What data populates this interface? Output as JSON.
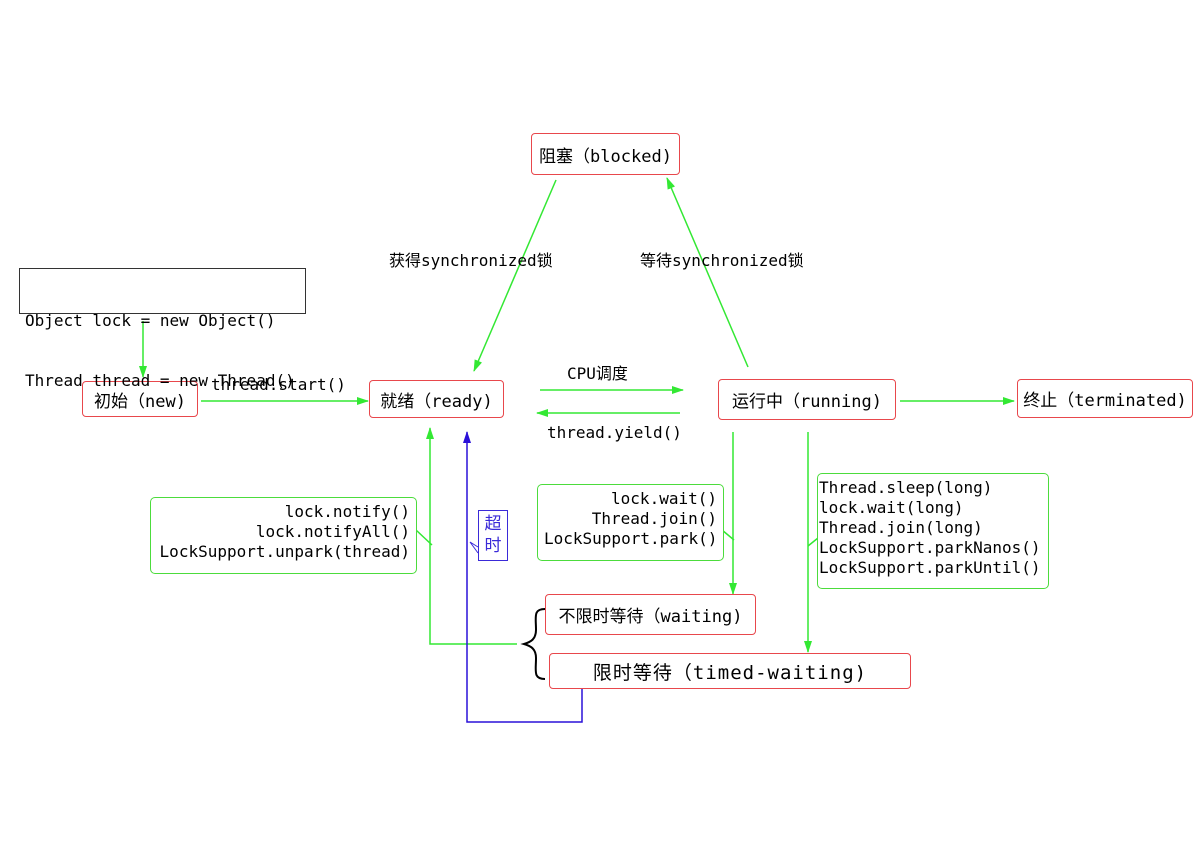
{
  "states": {
    "blocked": "阻塞（blocked)",
    "new": "初始（new)",
    "ready": "就绪（ready)",
    "running": "运行中（running)",
    "terminated": "终止（terminated)",
    "waiting": "不限时等待（waiting)",
    "timed_waiting": "限时等待（timed-waiting)"
  },
  "init_code": [
    "Object lock = new Object()",
    "Thread thread = new Thread()"
  ],
  "transitions": {
    "start": "thread.start()",
    "cpu_schedule": "CPU调度",
    "yield": "thread.yield()",
    "acquire_lock": "获得synchronized锁",
    "wait_lock": "等待synchronized锁",
    "timeout": "超时"
  },
  "notify_methods": [
    "lock.notify()",
    "lock.notifyAll()",
    "LockSupport.unpark(thread)"
  ],
  "wait_methods": [
    "lock.wait()",
    "Thread.join()",
    "LockSupport.park()"
  ],
  "timed_wait_methods": [
    "Thread.sleep(long)",
    "lock.wait(long)",
    "Thread.join(long)",
    "LockSupport.parkNanos()",
    "LockSupport.parkUntil()"
  ],
  "colors": {
    "state_border": "#e8474c",
    "arrow": "#33e833",
    "timeout": "#2a10d8"
  }
}
